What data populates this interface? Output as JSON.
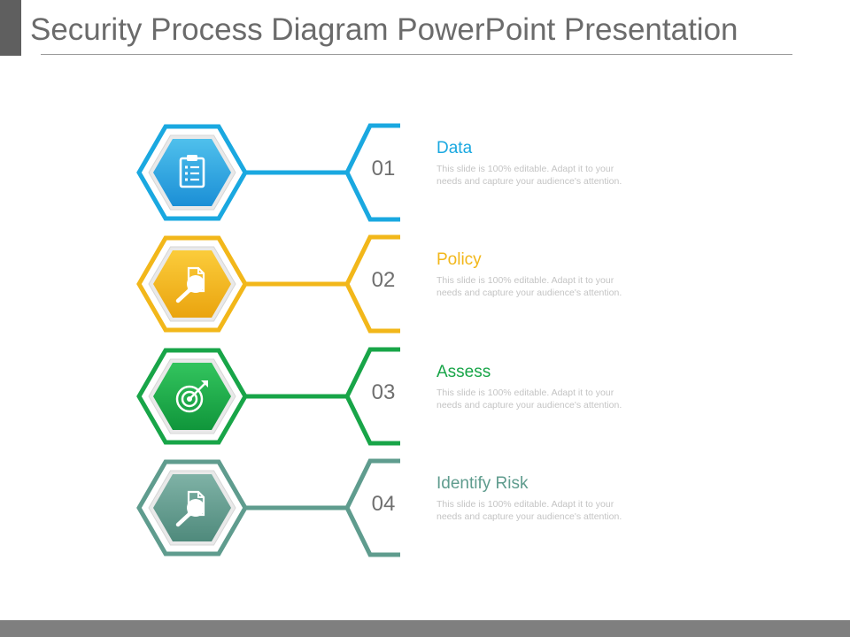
{
  "slide": {
    "title": "Security Process Diagram PowerPoint Presentation"
  },
  "steps": [
    {
      "number": "01",
      "title": "Data",
      "description": "This slide is 100% editable. Adapt it to your needs and capture your audience's attention.",
      "icon": "clipboard-icon",
      "color": "#1aa8e0",
      "fill_light": "#4fc0ec",
      "fill_dark": "#1b8fd6"
    },
    {
      "number": "02",
      "title": "Policy",
      "description": "This slide is 100% editable. Adapt it to your needs and capture your audience's attention.",
      "icon": "document-search-icon",
      "color": "#f2b71a",
      "fill_light": "#fbcc3b",
      "fill_dark": "#eaa40f"
    },
    {
      "number": "03",
      "title": "Assess",
      "description": "This slide is 100% editable. Adapt it to your needs and capture your audience's attention.",
      "icon": "target-icon",
      "color": "#18a548",
      "fill_light": "#33c45e",
      "fill_dark": "#10963b"
    },
    {
      "number": "04",
      "title": "Identify Risk",
      "description": "This slide is 100% editable. Adapt it to your needs and capture your audience's attention.",
      "icon": "document-search-icon",
      "color": "#5f9c8e",
      "fill_light": "#7fb2a6",
      "fill_dark": "#4f8a7c"
    }
  ],
  "colors": {
    "title_text": "#6b6b6b",
    "number_text": "#6f6f6f",
    "description_text": "#c4c4c4",
    "footer_bar": "#7f7f7f"
  }
}
